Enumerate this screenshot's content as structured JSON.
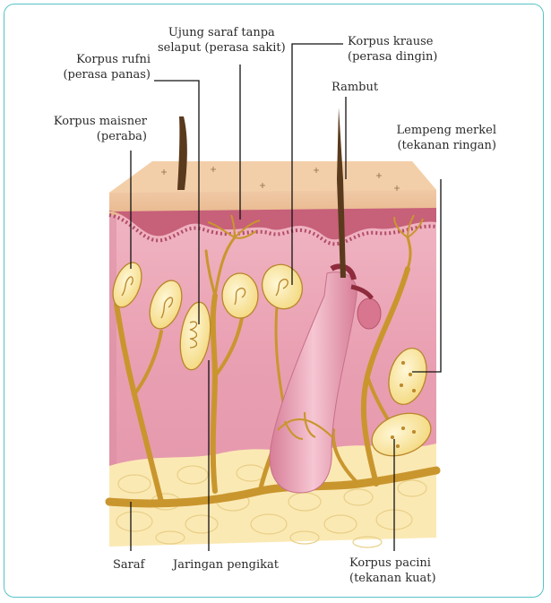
{
  "labels": {
    "ujung_saraf": [
      "Ujung saraf tanpa",
      "selaput (perasa sakit)"
    ],
    "korpus_krause": [
      "Korpus krause",
      "(perasa dingin)"
    ],
    "korpus_rufni": [
      "Korpus rufni",
      "(perasa panas)"
    ],
    "rambut": "Rambut",
    "korpus_maisner": [
      "Korpus maisner",
      "(peraba)"
    ],
    "lempeng_merkel": [
      "Lempeng merkel",
      "(tekanan ringan)"
    ],
    "saraf": "Saraf",
    "jaringan_pengikat": "Jaringan pengikat",
    "korpus_pacini": [
      "Korpus pacini",
      "(tekanan kuat)"
    ]
  },
  "colors": {
    "frame": "#56c3c8",
    "epidermis": "#efc7a0",
    "dermis": "#eaa3b4",
    "fat": "#fbe9b4",
    "nerve": "#c9962e",
    "hair": "#5a3a1c",
    "leader_line": "#111111"
  }
}
